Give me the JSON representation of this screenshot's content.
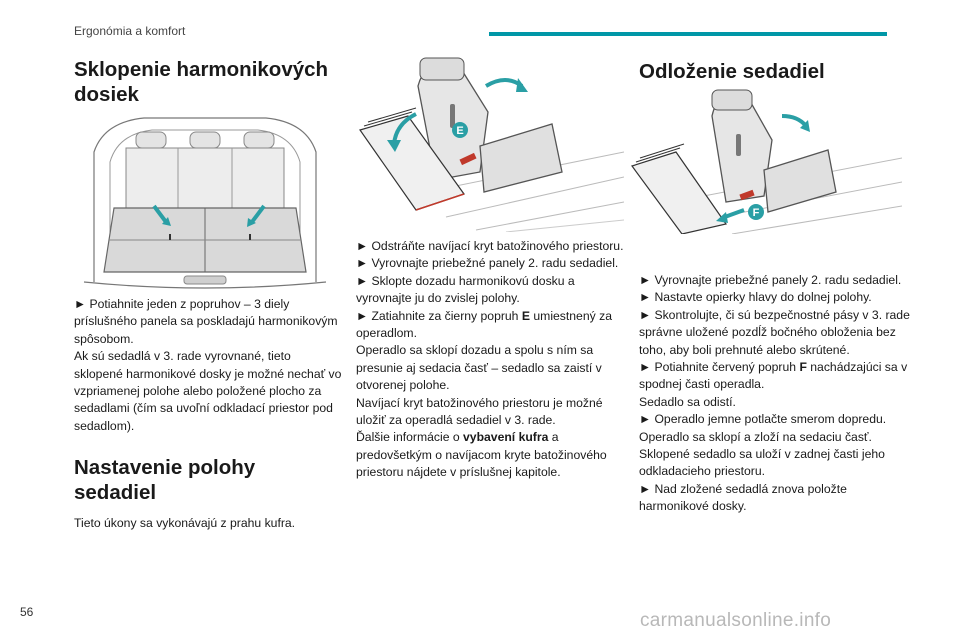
{
  "header": {
    "section": "Ergonómia a komfort",
    "accent_color": "#0097a7"
  },
  "left": {
    "title": "Sklopenie harmonikových dosiek",
    "paragraphs": [
      "► Potiahnite jeden z popruhov – 3 diely príslušného panela sa poskladajú harmonikovým spôsobom.",
      "Ak sú sedadlá v 3. rade vyrovnané, tieto sklopené harmonikové dosky je možné nechať vo vzpriamenej polohe alebo položené plocho za sedadlami (čím sa uvoľní odkladací priestor pod sedadlom)."
    ],
    "title2": "Nastavenie polohy sedadiel",
    "intro": "Tieto úkony sa vykonávajú z prahu kufra."
  },
  "middle": {
    "callout": "E",
    "p1": "► Odstráňte navíjací kryt batožinového priestoru.",
    "p2": "► Vyrovnajte priebežné panely 2. radu sedadiel.",
    "p3": "► Sklopte dozadu harmonikovú dosku a vyrovnajte ju do zvislej polohy.",
    "p4_pre": "► Zatiahnite za čierny popruh ",
    "p4_bold": "E",
    "p4_post": " umiestnený za operadlom.",
    "p5": "Operadlo sa sklopí dozadu a spolu s ním sa presunie aj sedacia časť – sedadlo sa zaistí v otvorenej polohe.",
    "p6": "Navíjací kryt batožinového priestoru je možné uložiť za operadlá sedadiel v 3. rade.",
    "p7_pre": "Ďalšie informácie o ",
    "p7_bold": "vybavení kufra",
    "p7_post": " a predovšetkým o navíjacom kryte batožinového priestoru nájdete v príslušnej kapitole."
  },
  "right": {
    "title": "Odloženie sedadiel",
    "callout": "F",
    "p1": "► Vyrovnajte priebežné panely 2. radu sedadiel.",
    "p2": "► Nastavte opierky hlavy do dolnej polohy.",
    "p3": "► Skontrolujte, či sú bezpečnostné pásy v 3. rade správne uložené pozdĺž bočného obloženia bez toho, aby boli prehnuté alebo skrútené.",
    "p4_pre": "► Potiahnite červený popruh ",
    "p4_bold": "F",
    "p4_post": " nachádzajúci sa v spodnej časti operadla.",
    "p5": "Sedadlo sa odistí.",
    "p6": "► Operadlo jemne potlačte smerom dopredu.",
    "p7": "Operadlo sa sklopí a zloží na sedaciu časť.",
    "p8": "Sklopené sedadlo sa uloží v zadnej časti jeho odkladacieho priestoru.",
    "p9": "► Nad zložené sedadlá znova položte harmonikové dosky."
  },
  "footer": {
    "page_number": "56",
    "watermark": "carmanualsonline.info"
  }
}
